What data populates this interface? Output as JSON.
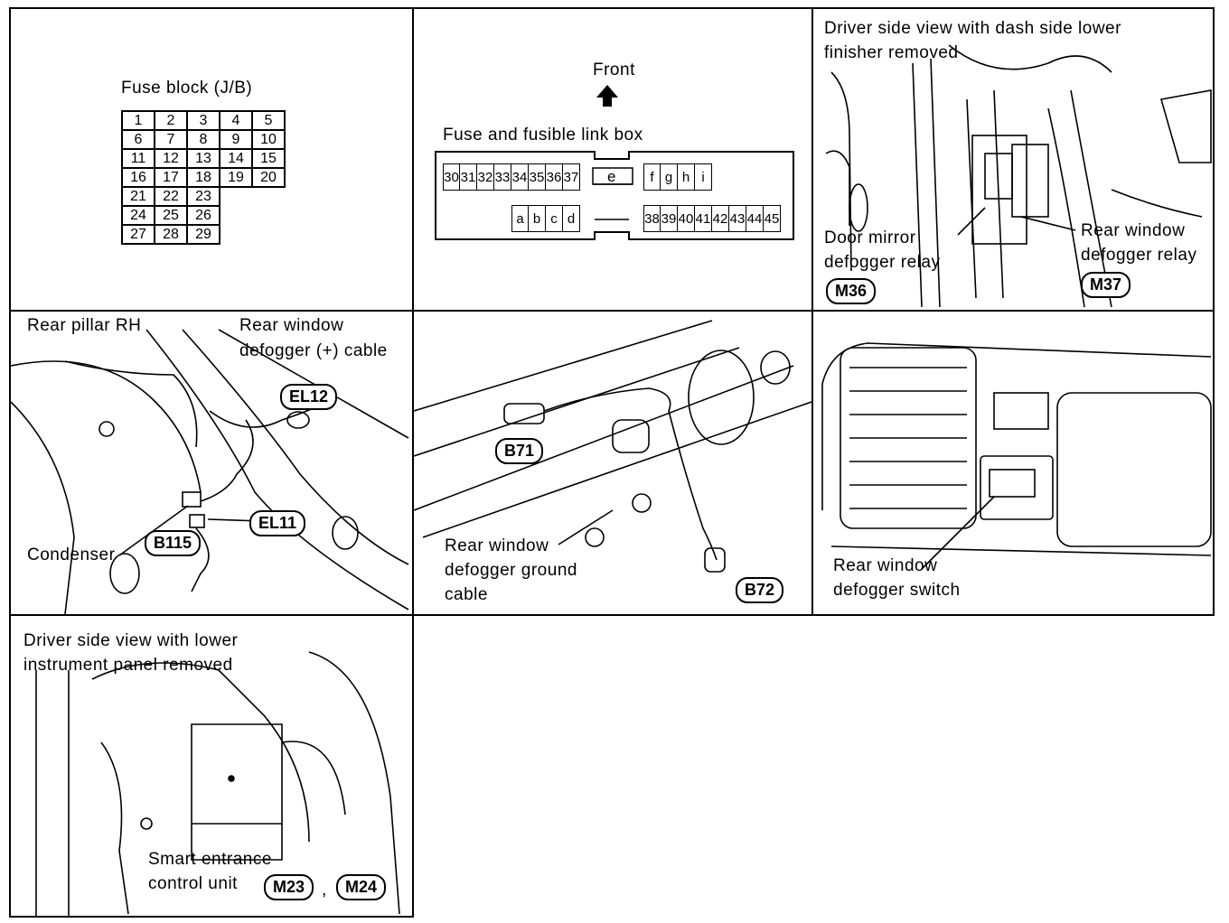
{
  "panels": {
    "fuse_block": {
      "title": "Fuse block (J/B)",
      "rows": [
        [
          "1",
          "2",
          "3",
          "4",
          "5"
        ],
        [
          "6",
          "7",
          "8",
          "9",
          "10"
        ],
        [
          "11",
          "12",
          "13",
          "14",
          "15"
        ],
        [
          "16",
          "17",
          "18",
          "19",
          "20"
        ],
        [
          "21",
          "22",
          "23",
          "",
          ""
        ],
        [
          "24",
          "25",
          "26",
          "",
          ""
        ],
        [
          "27",
          "28",
          "29",
          "",
          ""
        ]
      ]
    },
    "fuse_link_box": {
      "front_label": "Front",
      "title": "Fuse and fusible link box",
      "top_left_fuses": [
        "30",
        "31",
        "32",
        "33",
        "34",
        "35",
        "36",
        "37"
      ],
      "e_label": "e",
      "top_right_links": [
        "f",
        "g",
        "h",
        "i"
      ],
      "bottom_left_links": [
        "a",
        "b",
        "c",
        "d"
      ],
      "bottom_right_fuses": [
        "38",
        "39",
        "40",
        "41",
        "42",
        "43",
        "44",
        "45"
      ]
    },
    "relays": {
      "title_line1": "Driver side view with dash side lower",
      "title_line2": "finisher removed",
      "door_mirror_line1": "Door mirror",
      "door_mirror_line2": "defogger relay",
      "door_mirror_connector": "M36",
      "rear_window_line1": "Rear window",
      "rear_window_line2": "defogger relay",
      "rear_window_connector": "M37"
    },
    "rear_pillar": {
      "pillar_label": "Rear pillar RH",
      "cable_line1": "Rear window",
      "cable_line2": "defogger (+) cable",
      "connector_el12": "EL12",
      "connector_el11": "EL11",
      "condenser_label": "Condenser",
      "connector_b115": "B115"
    },
    "ground_cable": {
      "connector_b71": "B71",
      "line1": "Rear window",
      "line2": "defogger ground",
      "line3": "cable",
      "connector_b72": "B72"
    },
    "switch": {
      "line1": "Rear window",
      "line2": "defogger switch"
    },
    "smart_entrance": {
      "title_line1": "Driver side view with lower",
      "title_line2": "instrument panel removed",
      "unit_line1": "Smart entrance",
      "unit_line2": "control unit",
      "connector_m23": "M23",
      "separator": ",",
      "connector_m24": "M24"
    }
  }
}
